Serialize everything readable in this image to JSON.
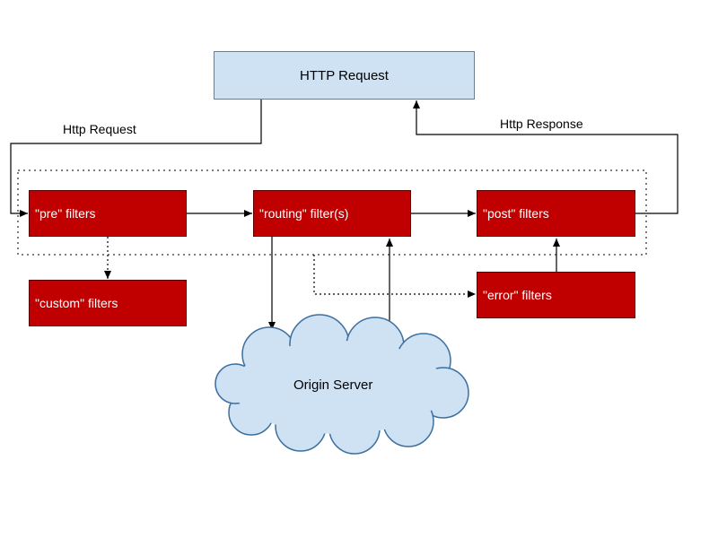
{
  "diagram": {
    "nodes": {
      "http_request": "HTTP Request",
      "pre_filters": "\"pre\" filters",
      "routing_filters": "\"routing\" filter(s)",
      "post_filters": "\"post\" filters",
      "custom_filters": "\"custom\" filters",
      "error_filters": "\"error\" filters",
      "origin_server": "Origin Server"
    },
    "edges": {
      "request_label": "Http Request",
      "response_label": "Http Response"
    },
    "colors": {
      "filter_fill": "#c00000",
      "request_fill": "#cfe2f3",
      "cloud_fill": "#cfe2f3",
      "line": "#000000"
    }
  }
}
